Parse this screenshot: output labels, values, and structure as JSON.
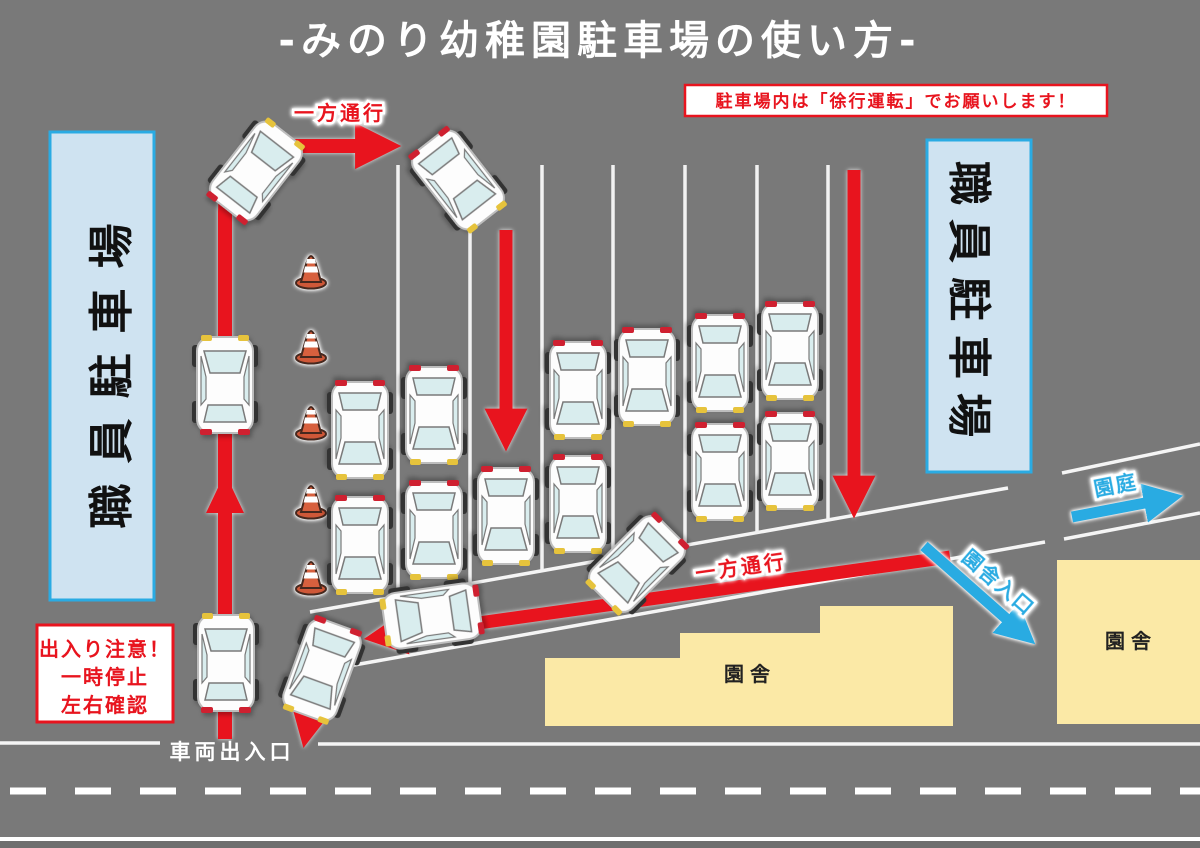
{
  "title": "-みのり幼稚園駐車場の使い方-",
  "notices": {
    "speed": "駐車場内は「徐行運転」でお願いします！",
    "caution_line1": "出入り注意！",
    "caution_line2": "一時停止",
    "caution_line3": "左右確認"
  },
  "labels": {
    "one_way_top": "一方通行",
    "one_way_exit": "一方通行",
    "staff_parking_left": "職員駐車場",
    "staff_parking_right": "職員駐車場",
    "vehicle_gate": "車両出入口",
    "playground": "園庭",
    "school_entrance": "園舎入口",
    "school_building_left": "園舎",
    "school_building_right": "園舎"
  },
  "colors": {
    "background": "#797979",
    "one_way_red": "#e8141e",
    "guide_cyan": "#29abe2",
    "banner_fill": "#cfe3f1",
    "banner_border": "#2aabe3",
    "building_fill": "#fbe9a6",
    "road_marking": "#ffffff"
  },
  "objects": {
    "parked_car_count": 12,
    "moving_car_count": 7,
    "traffic_cone_count": 5,
    "parking_divider_line_count": 7
  }
}
